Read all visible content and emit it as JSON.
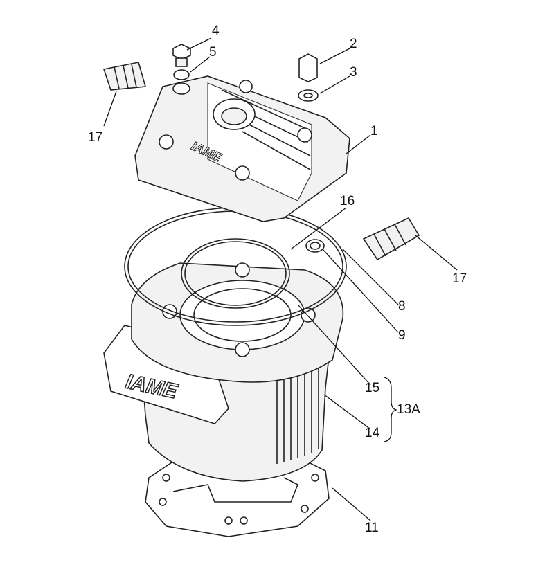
{
  "diagram": {
    "callouts": [
      {
        "id": "c4",
        "text": "4"
      },
      {
        "id": "c5",
        "text": "5"
      },
      {
        "id": "c2",
        "text": "2"
      },
      {
        "id": "c3",
        "text": "3"
      },
      {
        "id": "c17a",
        "text": "17"
      },
      {
        "id": "c1",
        "text": "1"
      },
      {
        "id": "c16",
        "text": "16"
      },
      {
        "id": "c17b",
        "text": "17"
      },
      {
        "id": "c8",
        "text": "8"
      },
      {
        "id": "c9",
        "text": "9"
      },
      {
        "id": "c15",
        "text": "15"
      },
      {
        "id": "c13a",
        "text": "13A"
      },
      {
        "id": "c14",
        "text": "14"
      },
      {
        "id": "c11",
        "text": "11"
      }
    ],
    "brand_marks": [
      "IAME",
      "IAME"
    ]
  }
}
